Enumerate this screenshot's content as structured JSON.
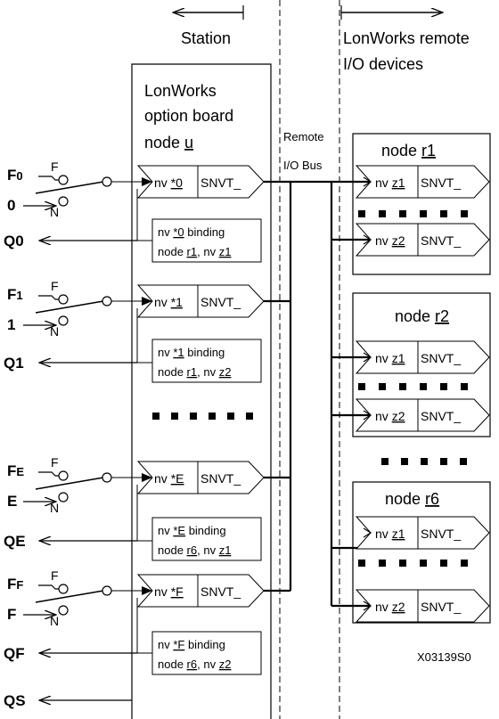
{
  "header": {
    "station": "Station",
    "remote_line1": "LonWorks remote",
    "remote_line2": "I/O devices"
  },
  "board": {
    "line1": "LonWorks",
    "line2": "option board",
    "line3_prefix": "node ",
    "line3_id": "u"
  },
  "bus": {
    "line1": "Remote",
    "line2": "I/O Bus"
  },
  "channels": [
    {
      "f_main": "F",
      "f_sub": "0",
      "input": "0",
      "output": "Q0",
      "nv_id": "*0",
      "bind_node": "r1",
      "bind_nv": "z1"
    },
    {
      "f_main": "F",
      "f_sub": "1",
      "input": "1",
      "output": "Q1",
      "nv_id": "*1",
      "bind_node": "r1",
      "bind_nv": "z2"
    },
    {
      "f_main": "F",
      "f_sub": "E",
      "input": "E",
      "output": "QE",
      "nv_id": "*E",
      "bind_node": "r6",
      "bind_nv": "z1"
    },
    {
      "f_main": "F",
      "f_sub": "F",
      "input": "F",
      "output": "QF",
      "nv_id": "*F",
      "bind_node": "r6",
      "bind_nv": "z2"
    }
  ],
  "labels": {
    "switch_f": "F",
    "switch_n": "N",
    "nv": "nv ",
    "snvt": "SNVT_",
    "binding": " binding",
    "bind_node": "node ",
    "bind_nv": ", nv ",
    "qs": "QS",
    "figure_id": "X03139S0"
  },
  "remote_nodes": [
    {
      "prefix": "node ",
      "id": "r1",
      "nvs": [
        "z1",
        "z2"
      ]
    },
    {
      "prefix": "node ",
      "id": "r2",
      "nvs": [
        "z1",
        "z2"
      ]
    },
    {
      "prefix": "node ",
      "id": "r6",
      "nvs": [
        "z1",
        "z2"
      ]
    }
  ]
}
